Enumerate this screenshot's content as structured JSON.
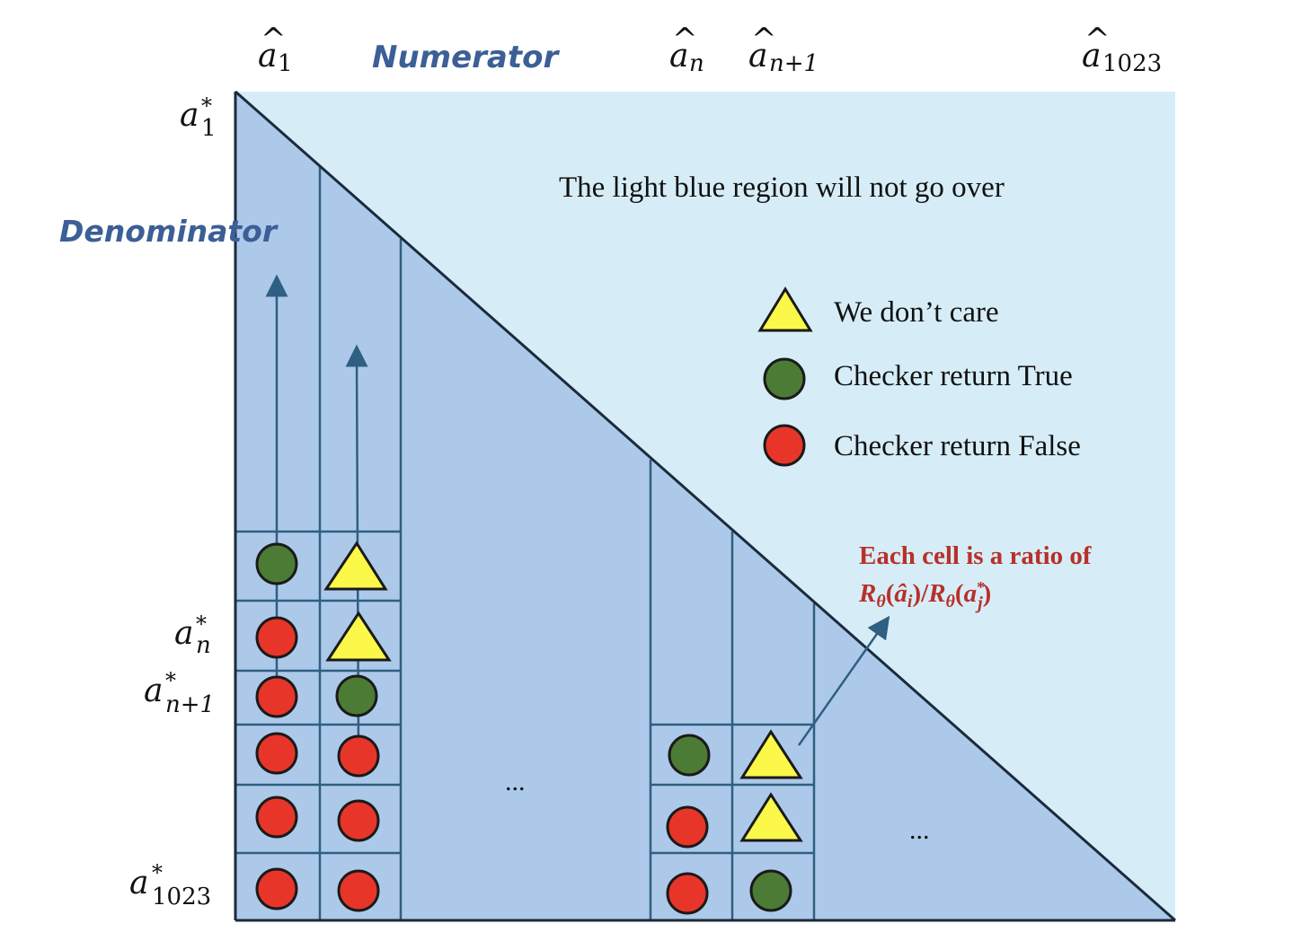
{
  "columns": {
    "a1": {
      "base": "a",
      "hat": "^",
      "sub": "1"
    },
    "an": {
      "base": "a",
      "hat": "^",
      "sub": "n"
    },
    "an1": {
      "base": "a",
      "hat": "^",
      "sub": "n+1"
    },
    "a1023": {
      "base": "a",
      "hat": "^",
      "sub": "1023"
    }
  },
  "rows": {
    "a1": {
      "base": "a",
      "sup": "*",
      "sub": "1"
    },
    "an": {
      "base": "a",
      "sup": "*",
      "sub": "n"
    },
    "an1": {
      "base": "a",
      "sup": "*",
      "sub": "n+1"
    },
    "a1023": {
      "base": "a",
      "sup": "*",
      "sub": "1023"
    }
  },
  "numerator_label": "Numerator",
  "denominator_label": "Denominator",
  "region_note": "The light blue region will not go over",
  "legend": {
    "triangle": "We don’t care",
    "green": "Checker return True",
    "red": "Checker return False"
  },
  "annotation": {
    "line1": "Each cell is a ratio of",
    "line2": "R",
    "theta": "θ",
    "open": "(",
    "a_hat": "â",
    "sub_i": "i",
    "close_slash": ")/",
    "a_star": "a",
    "sup_star": "*",
    "sub_j": "j",
    "close": ")"
  },
  "ellipsis_left": "...",
  "ellipsis_right": "...",
  "colors": {
    "light_blue": "#d6edf7",
    "mid_blue": "#adc9e9",
    "grid": "#2f5f82",
    "green": "#4b7b35",
    "red": "#e8352a",
    "yellow": "#fbf84a",
    "label_blue": "#3b5f96",
    "annotation_red": "#b8302a"
  },
  "cell_icons": {
    "col1": [
      "green",
      "red",
      "red",
      "red",
      "red",
      "red"
    ],
    "col2": [
      "triangle",
      "triangle",
      "green",
      "red",
      "red",
      "red"
    ],
    "coln": [
      "green",
      "red",
      "red"
    ],
    "coln1": [
      "triangle",
      "triangle",
      "green"
    ]
  }
}
